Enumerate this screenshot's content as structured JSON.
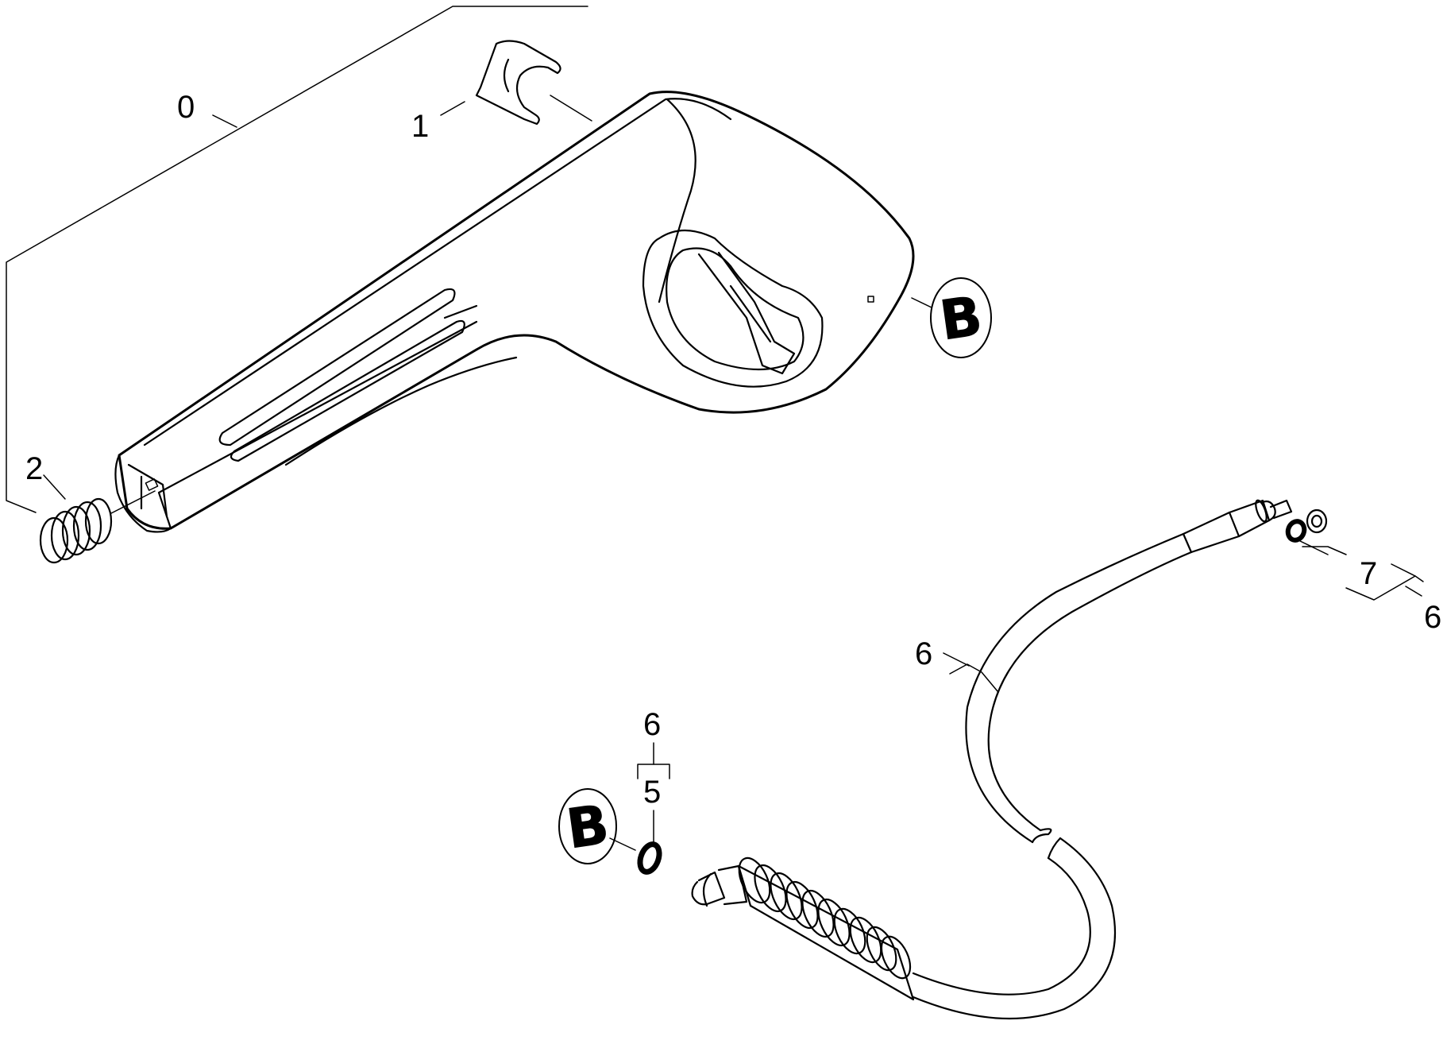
{
  "callouts": {
    "c0": "0",
    "c1": "1",
    "c2": "2",
    "c5": "5",
    "c6_top": "6",
    "c6_hose": "6",
    "c6_right": "6",
    "c7": "7"
  },
  "markers": {
    "b_upper": "B",
    "b_lower": "B"
  }
}
